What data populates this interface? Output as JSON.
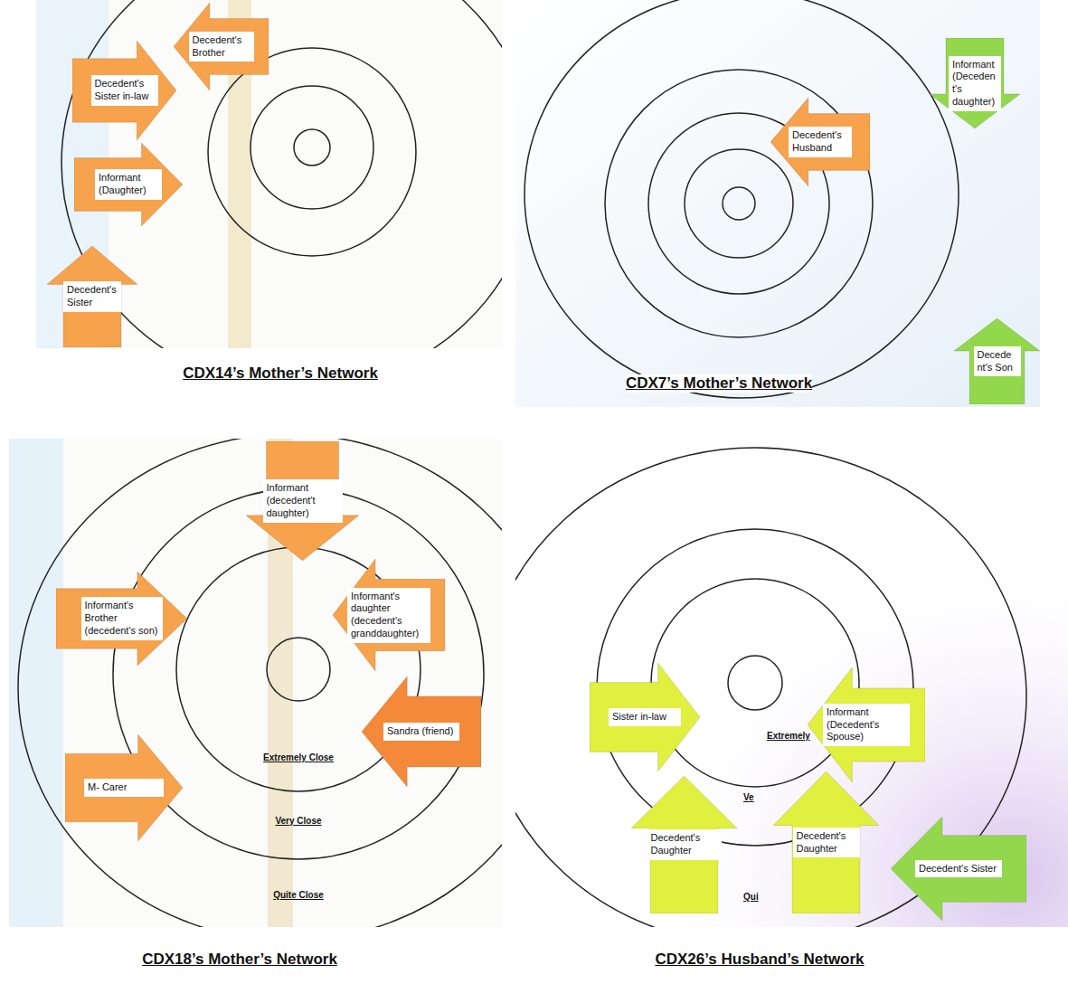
{
  "diagram": {
    "nodes": [
      {
        "text": [
          "Decedent's Sister in-law"
        ]
      },
      {
        "text": [
          "Decedent's Brother"
        ]
      },
      {
        "text": [
          "Informant (Daughter)"
        ]
      },
      {
        "text": [
          "Decedent's Sister"
        ]
      },
      {
        "text": [
          "Decedent's Husband"
        ]
      },
      {
        "text": [
          "Informant (Decedent's daughter)"
        ]
      },
      {
        "text": [
          "Decedent's Son"
        ]
      },
      {
        "text": [
          "Informant (decedent't daughter)"
        ]
      },
      {
        "text": [
          "Informant's daughter (decedent's granddaughter)"
        ]
      },
      {
        "text": [
          "Informant's Brother (decedent's son)"
        ]
      },
      {
        "text": [
          "Sandra (friend)"
        ]
      },
      {
        "text": [
          "M- Carer"
        ]
      },
      {
        "text": [
          "Sister in-law"
        ]
      },
      {
        "text": [
          "Informant (Decedent's Spouse)"
        ]
      },
      {
        "text": [
          "Decedent's Daughter"
        ]
      },
      {
        "text": [
          "Decedent's Daughter"
        ]
      },
      {
        "text": [
          "Decedent's Sister"
        ]
      }
    ],
    "labels": [
      "CDX14’s Mother’s Network",
      "CDX7’s Mother’s Network",
      "Extremely Close",
      "Very Close",
      "Quite Close",
      "Extremely",
      "Ve",
      "Qui",
      "CDX18’s Mother’s Network",
      "CDX26’s Husband’s Network"
    ]
  }
}
